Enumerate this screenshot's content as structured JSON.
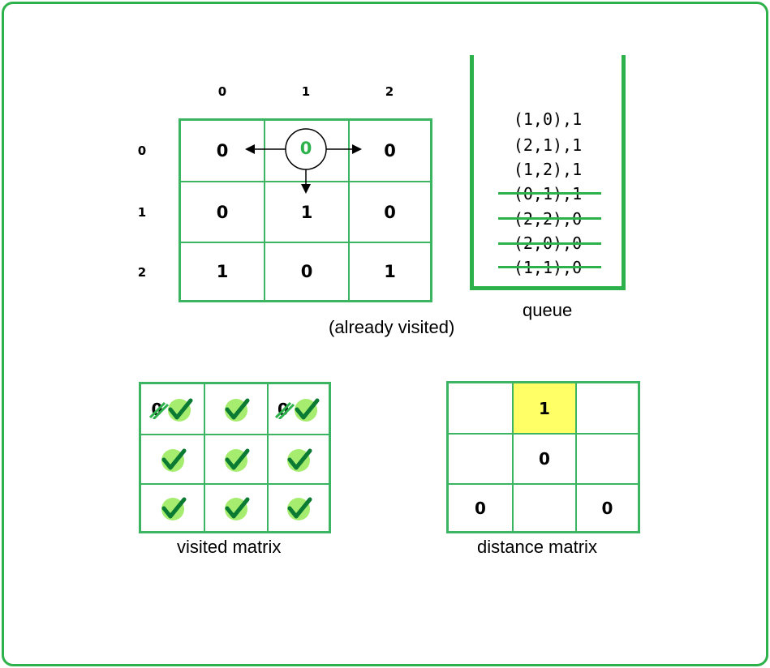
{
  "main_grid": {
    "col_labels": [
      "0",
      "1",
      "2"
    ],
    "row_labels": [
      "0",
      "1",
      "2"
    ],
    "cells": [
      [
        "0",
        "0",
        "0"
      ],
      [
        "0",
        "1",
        "0"
      ],
      [
        "1",
        "0",
        "1"
      ]
    ],
    "current_cell_value": "0",
    "caption": "(already visited)"
  },
  "queue": {
    "caption": "queue",
    "items": [
      {
        "text": "(1,0),1",
        "crossed": false
      },
      {
        "text": "(2,1),1",
        "crossed": false
      },
      {
        "text": "(1,2),1",
        "crossed": false
      },
      {
        "text": "(0,1),1",
        "crossed": true
      },
      {
        "text": "(2,2),0",
        "crossed": true
      },
      {
        "text": "(2,0),0",
        "crossed": true
      },
      {
        "text": "(1,1),0",
        "crossed": true
      }
    ]
  },
  "visited_matrix": {
    "caption": "visited matrix",
    "crossed_zero": "0"
  },
  "distance_matrix": {
    "caption": "distance matrix",
    "cells": [
      [
        "",
        "1",
        ""
      ],
      [
        "",
        "0",
        ""
      ],
      [
        "0",
        "",
        "0"
      ]
    ]
  },
  "colors": {
    "accent": "#2db24b",
    "highlight": "#ffff66",
    "check": "#0b7a33",
    "check_bg": "#a6ec6f"
  }
}
